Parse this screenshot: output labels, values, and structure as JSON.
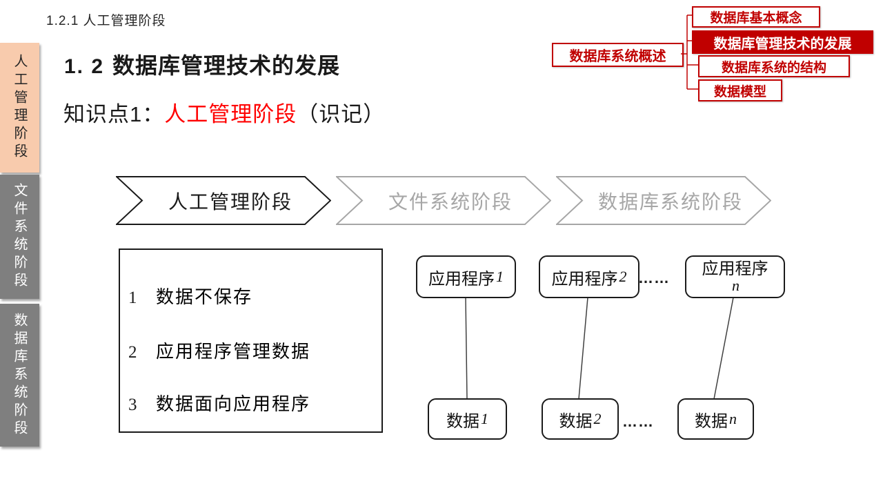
{
  "breadcrumb": "1.2.1 人工管理阶段",
  "sidebar": {
    "items": [
      {
        "label": "人工管理阶段",
        "active": true
      },
      {
        "label": "文件系统阶段",
        "active": false
      },
      {
        "label": "数据库系统阶段",
        "active": false
      }
    ]
  },
  "minimap": {
    "root": "数据库系统概述",
    "children": [
      {
        "label": "数据库基本概念",
        "active": false
      },
      {
        "label": "数据库管理技术的发展",
        "active": true
      },
      {
        "label": "数据库系统的结构",
        "active": false
      },
      {
        "label": "数据模型",
        "active": false
      }
    ]
  },
  "title": {
    "number": "1. 2",
    "text": "数据库管理技术的发展"
  },
  "knowledge_point": {
    "prefix": "知识点1：",
    "highlight": "人工管理阶段",
    "suffix": "（识记）"
  },
  "stages": [
    "人工管理阶段",
    "文件系统阶段",
    "数据库系统阶段"
  ],
  "features": [
    {
      "num": "1",
      "text": "数据不保存"
    },
    {
      "num": "2",
      "text": "应用程序管理数据"
    },
    {
      "num": "3",
      "text": "数据面向应用程序"
    }
  ],
  "diagram": {
    "apps": [
      {
        "label": "应用程序",
        "sub": "1"
      },
      {
        "label": "应用程序",
        "sub": "2"
      },
      {
        "label": "应用程序",
        "sub": "n"
      }
    ],
    "data": [
      {
        "label": "数据",
        "sub": "1"
      },
      {
        "label": "数据",
        "sub": "2"
      },
      {
        "label": "数据",
        "sub": "n"
      }
    ],
    "ellipsis": "……"
  },
  "colors": {
    "accent_red": "#C00000",
    "highlight_red": "#FF0000",
    "sidebar_peach": "#F8CBAD",
    "sidebar_gray": "#7F7F7F",
    "inactive_gray": "#A6A6A6"
  }
}
